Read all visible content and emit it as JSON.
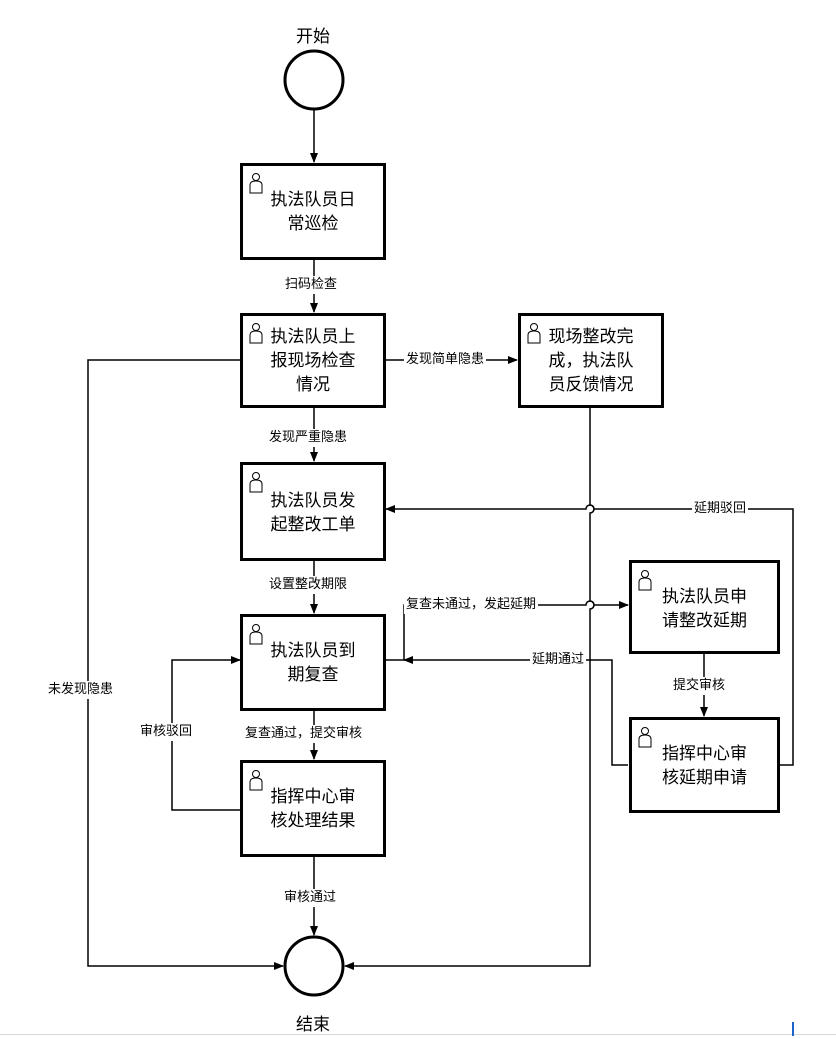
{
  "start": "开始",
  "end": "结束",
  "nodes": {
    "patrol": "执法队员日\n常巡检",
    "report": "执法队员上\n报现场检查\n情况",
    "onsite_fix": "现场整改完\n成，执法队\n员反馈情况",
    "work_order": "执法队员发\n起整改工单",
    "recheck": "执法队员到\n期复查",
    "review_result": "指挥中心审\n核处理结果",
    "apply_delay": "执法队员申\n请整改延期",
    "review_delay": "指挥中心审\n核延期申请"
  },
  "edges": {
    "scan": "扫码检查",
    "simple_hazard": "发现简单隐患",
    "serious_hazard": "发现严重隐患",
    "set_deadline": "设置整改期限",
    "recheck_fail": "复查未通过，发起延期",
    "delay_rejected": "延期驳回",
    "submit_review": "提交审核",
    "delay_approved": "延期通过",
    "recheck_pass": "复查通过，提交审核",
    "review_rejected": "审核驳回",
    "no_hazard": "未发现隐患",
    "review_pass": "审核通过"
  },
  "colors": {
    "line": "#000000",
    "accent": "#1e64c8"
  }
}
